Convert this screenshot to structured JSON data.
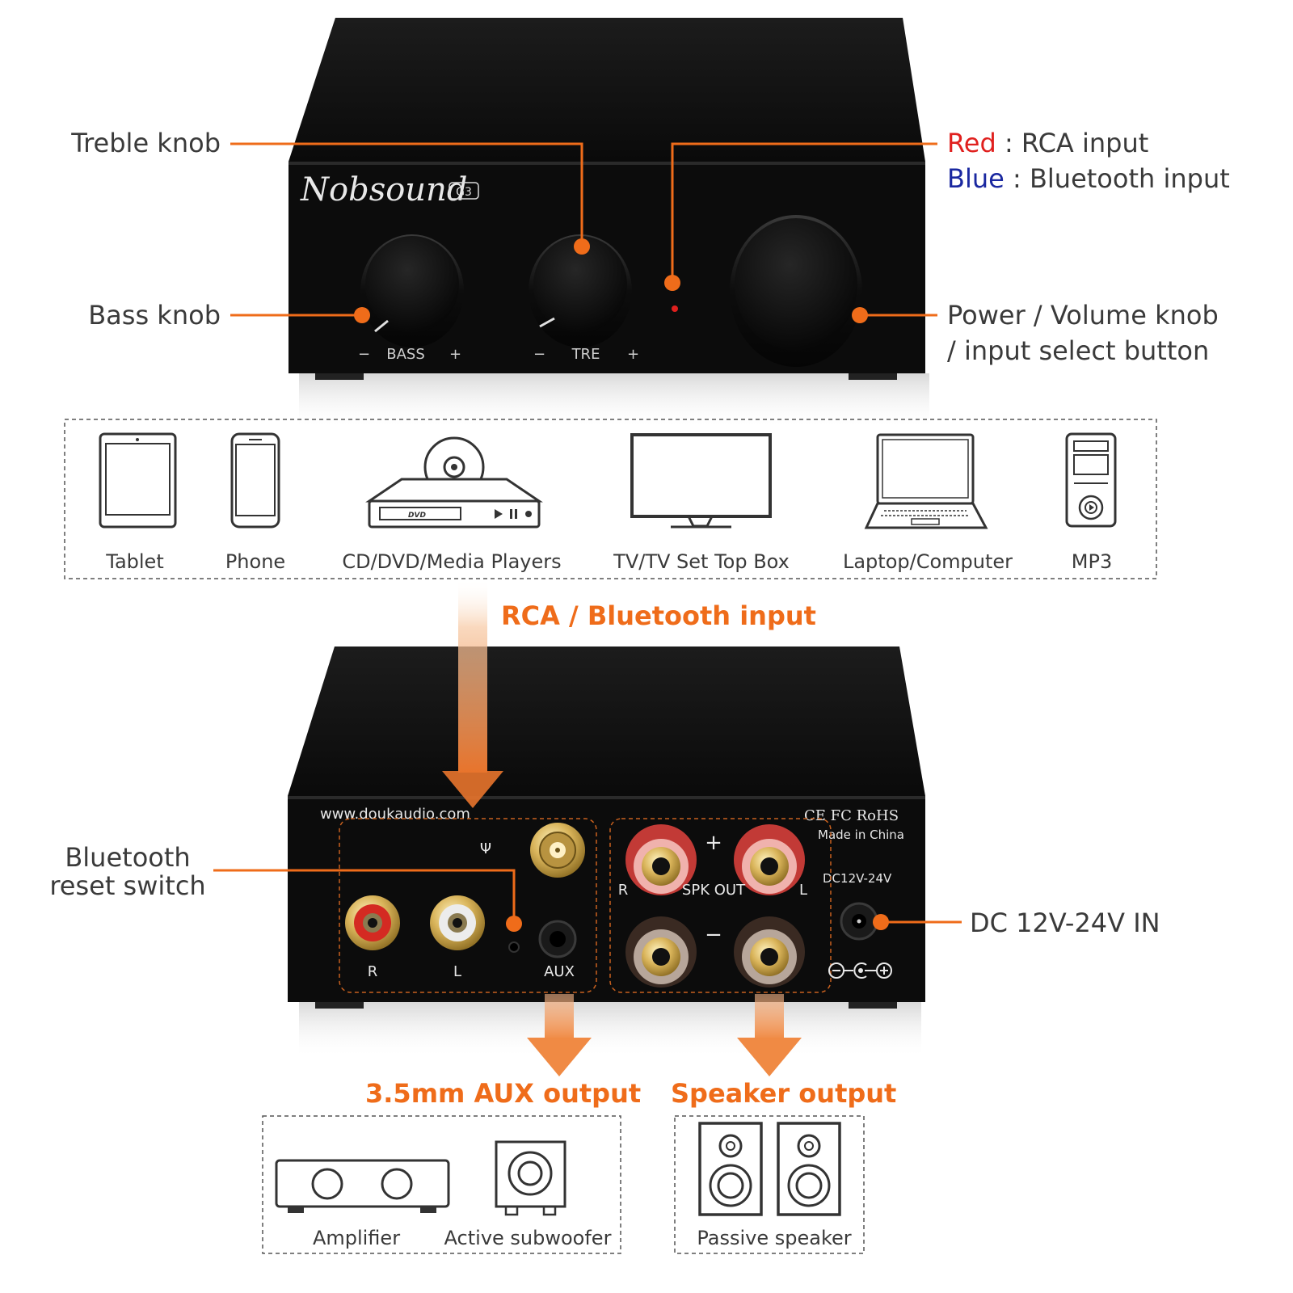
{
  "colors": {
    "accent": "#ef6c1a",
    "red_word": "#e0201e",
    "blue_word": "#1a28a0",
    "device_body": "#111111",
    "label_text": "#3a3a3a"
  },
  "front_panel": {
    "brand": "Nobsound",
    "model": "G3",
    "bass_minus": "−",
    "bass_label": "BASS",
    "bass_plus": "+",
    "treble_minus": "−",
    "treble_label": "TRE",
    "treble_plus": "+"
  },
  "callouts": {
    "treble_knob": "Treble knob",
    "bass_knob": "Bass knob",
    "led_red_word": "Red",
    "led_red_rest": " : RCA input",
    "led_blue_word": "Blue",
    "led_blue_rest": " : Bluetooth input",
    "power_line1": "Power / Volume knob",
    "power_line2": "/ input select button",
    "bt_reset_line1": "Bluetooth",
    "bt_reset_line2": "reset switch",
    "dc_in": "DC 12V-24V IN"
  },
  "sources": [
    {
      "label": "Tablet",
      "icon": "tablet-icon"
    },
    {
      "label": "Phone",
      "icon": "phone-icon"
    },
    {
      "label": "CD/DVD/Media Players",
      "icon": "dvd-player-icon",
      "badge": "DVD"
    },
    {
      "label": "TV/TV Set Top Box",
      "icon": "tv-icon"
    },
    {
      "label": "Laptop/Computer",
      "icon": "laptop-icon"
    },
    {
      "label": "MP3",
      "icon": "mp3-player-icon"
    }
  ],
  "input_heading": "RCA / Bluetooth input",
  "rear_panel": {
    "website": "www.doukaudio.com",
    "cert": "CE FC RoHS",
    "made_in": "Made in China",
    "dc_label": "DC12V-24V",
    "rca_r": "R",
    "rca_l": "L",
    "aux": "AUX",
    "spk_r": "R",
    "spk_out": "SPK OUT",
    "spk_l": "L",
    "plus": "+",
    "minus": "−"
  },
  "outputs": {
    "aux_heading": "3.5mm AUX output",
    "speaker_heading": "Speaker output",
    "amplifier": "Amplifier",
    "subwoofer": "Active subwoofer",
    "passive_speaker": "Passive speaker"
  }
}
